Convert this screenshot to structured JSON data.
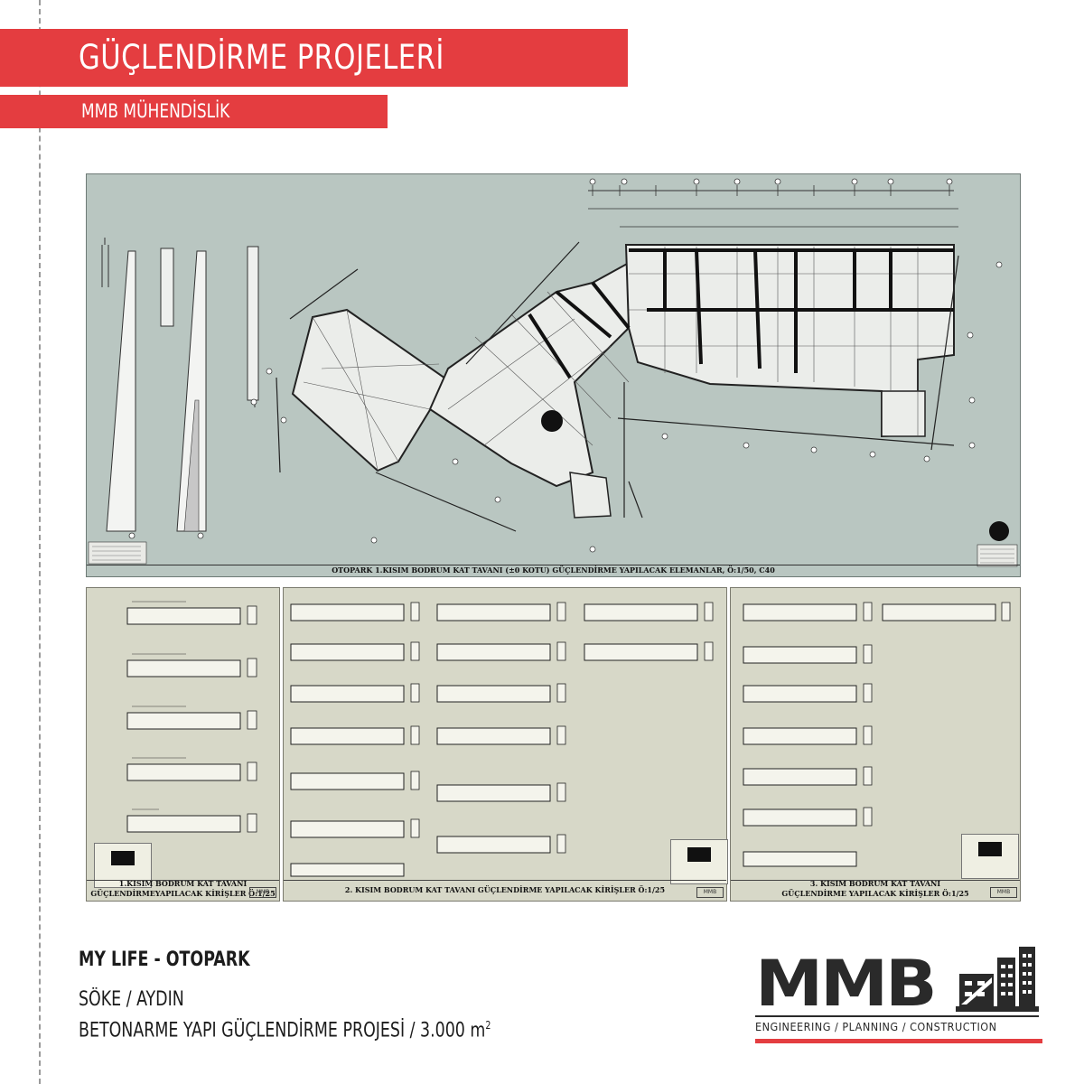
{
  "header": {
    "title": "GÜÇLENDİRME PROJELERİ",
    "subtitle": "MMB MÜHENDİSLİK"
  },
  "drawing": {
    "plan_caption": "OTOPARK 1.KISIM BODRUM KAT TAVANI (±0 KOTU) GÜÇLENDİRME YAPILACAK ELEMANLAR, Ö:1/50, C40",
    "panels": [
      {
        "line1": "1.KISIM BODRUM KAT TAVANI",
        "line2": "GÜÇLENDİRMEYAPILACAK KİRİŞLER Ö:1/25",
        "logo": "MMB"
      },
      {
        "line1": "",
        "line2": "2. KISIM BODRUM KAT TAVANI GÜÇLENDİRME YAPILACAK KİRİŞLER Ö:1/25",
        "logo": "MMB"
      },
      {
        "line1": "3. KISIM BODRUM KAT TAVANI",
        "line2": "GÜÇLENDİRME YAPILACAK KİRİŞLER Ö:1/25",
        "logo": "MMB"
      }
    ]
  },
  "project": {
    "name": "MY LIFE - OTOPARK",
    "location": "SÖKE / AYDIN",
    "description": "BETONARME YAPI GÜÇLENDİRME PROJESİ / 3.000 m",
    "area_superscript": "2"
  },
  "logo": {
    "wordmark": "MMB",
    "tagline": "ENGINEERING / PLANNING / CONSTRUCTION",
    "icon": "building-skyline-icon"
  },
  "colors": {
    "accent": "#e43d40",
    "plan_background": "#b9c6c1",
    "panel_background": "#d7d8c8",
    "text": "#1c1c1c"
  }
}
